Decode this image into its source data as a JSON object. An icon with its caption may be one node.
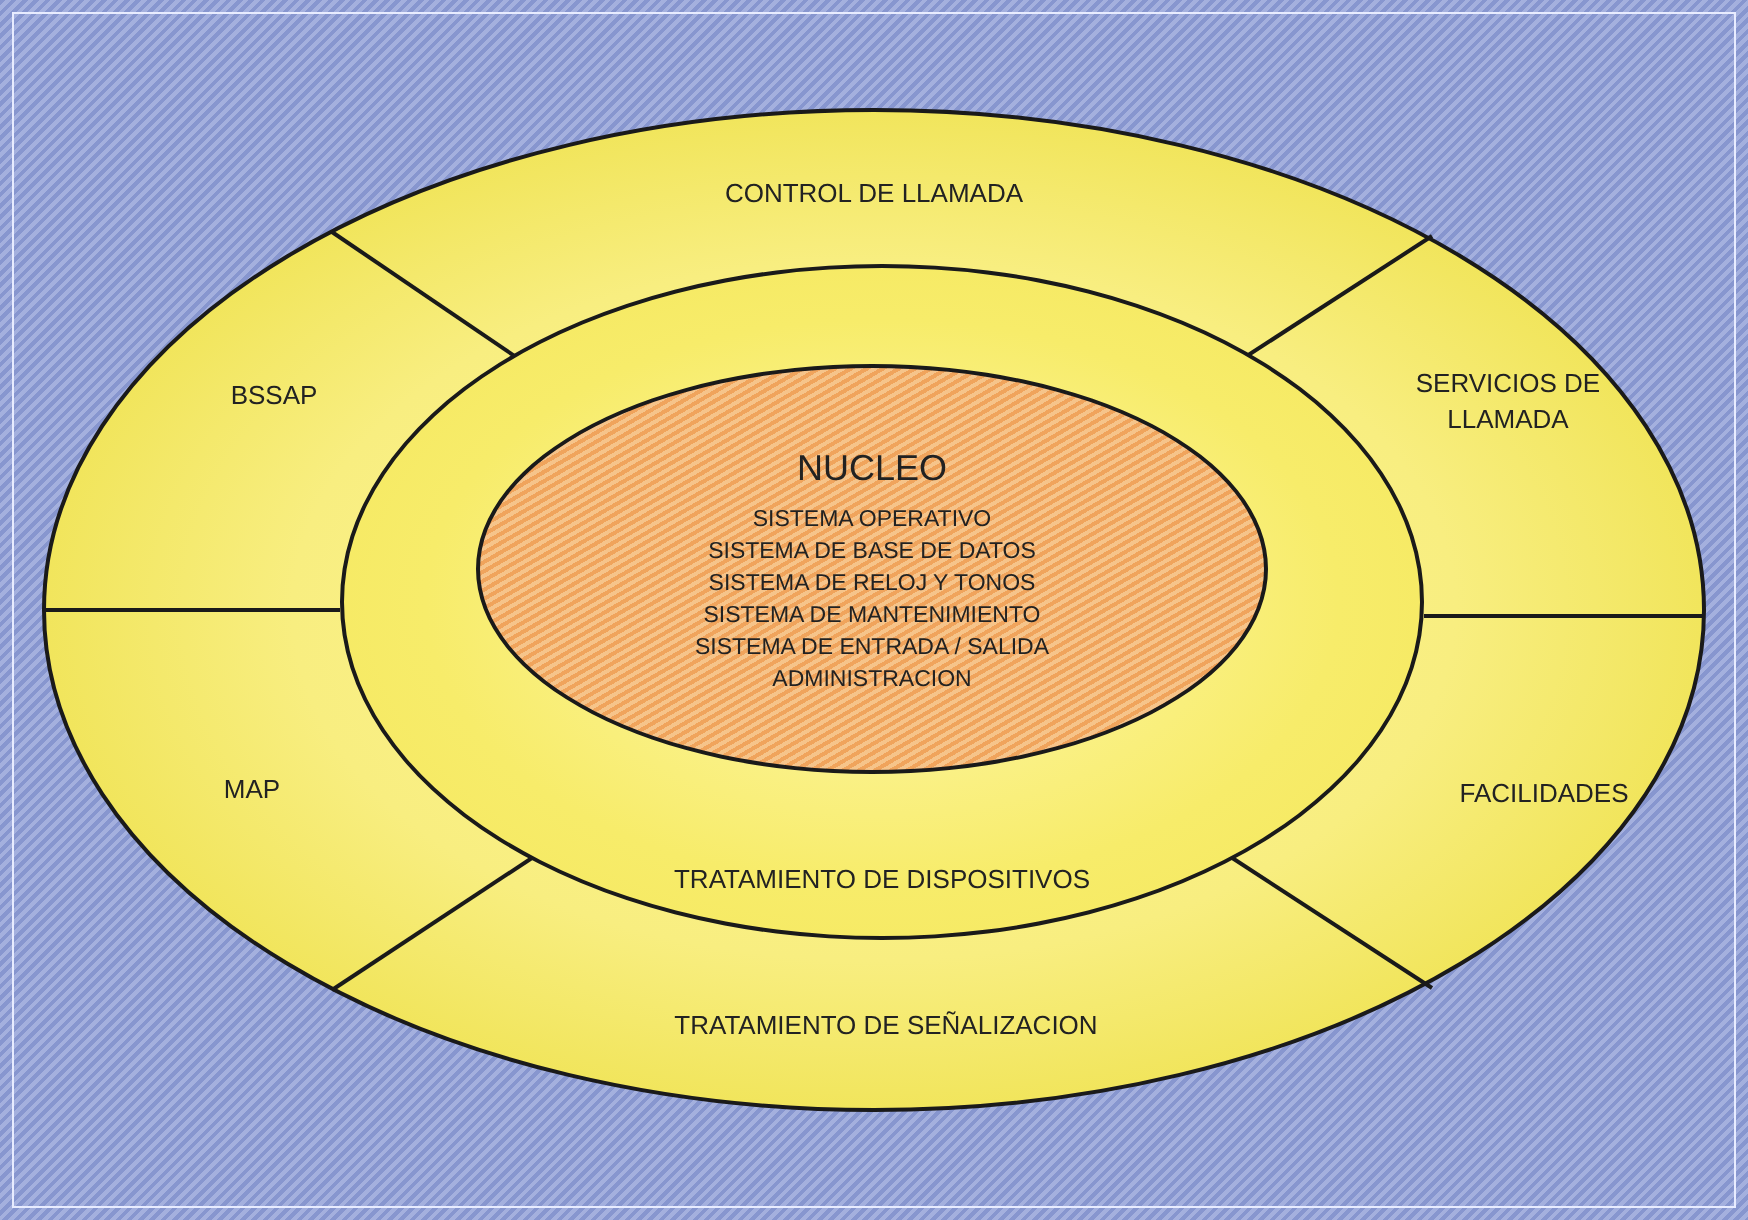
{
  "diagram": {
    "nodes": [
      {
        "text": [
          "CONTROL DE LLAMADA"
        ]
      },
      {
        "text": [
          "BSSAP"
        ]
      },
      {
        "text": [
          "SERVICIOS DE LLAMADA"
        ]
      },
      {
        "text": [
          "TRATAMIENTO DE DISPOSITIVOS"
        ]
      },
      {
        "text": [
          "NUCLEO",
          "SISTEMA OPERATIVO",
          "SISTEMA DE BASE DE DATOS",
          "SISTEMA DE RELOJ Y TONOS",
          "SISTEMA DE MANTENIMIENTO",
          "SISTEMA DE ENTRADA / SALIDA",
          "ADMINISTRACION"
        ],
        "in": 3
      },
      {
        "text": [
          "MAP"
        ]
      },
      {
        "text": [
          "FACILIDADES"
        ]
      },
      {
        "text": [
          "TRATAMIENTO DE SEÑALIZACION"
        ]
      }
    ]
  }
}
